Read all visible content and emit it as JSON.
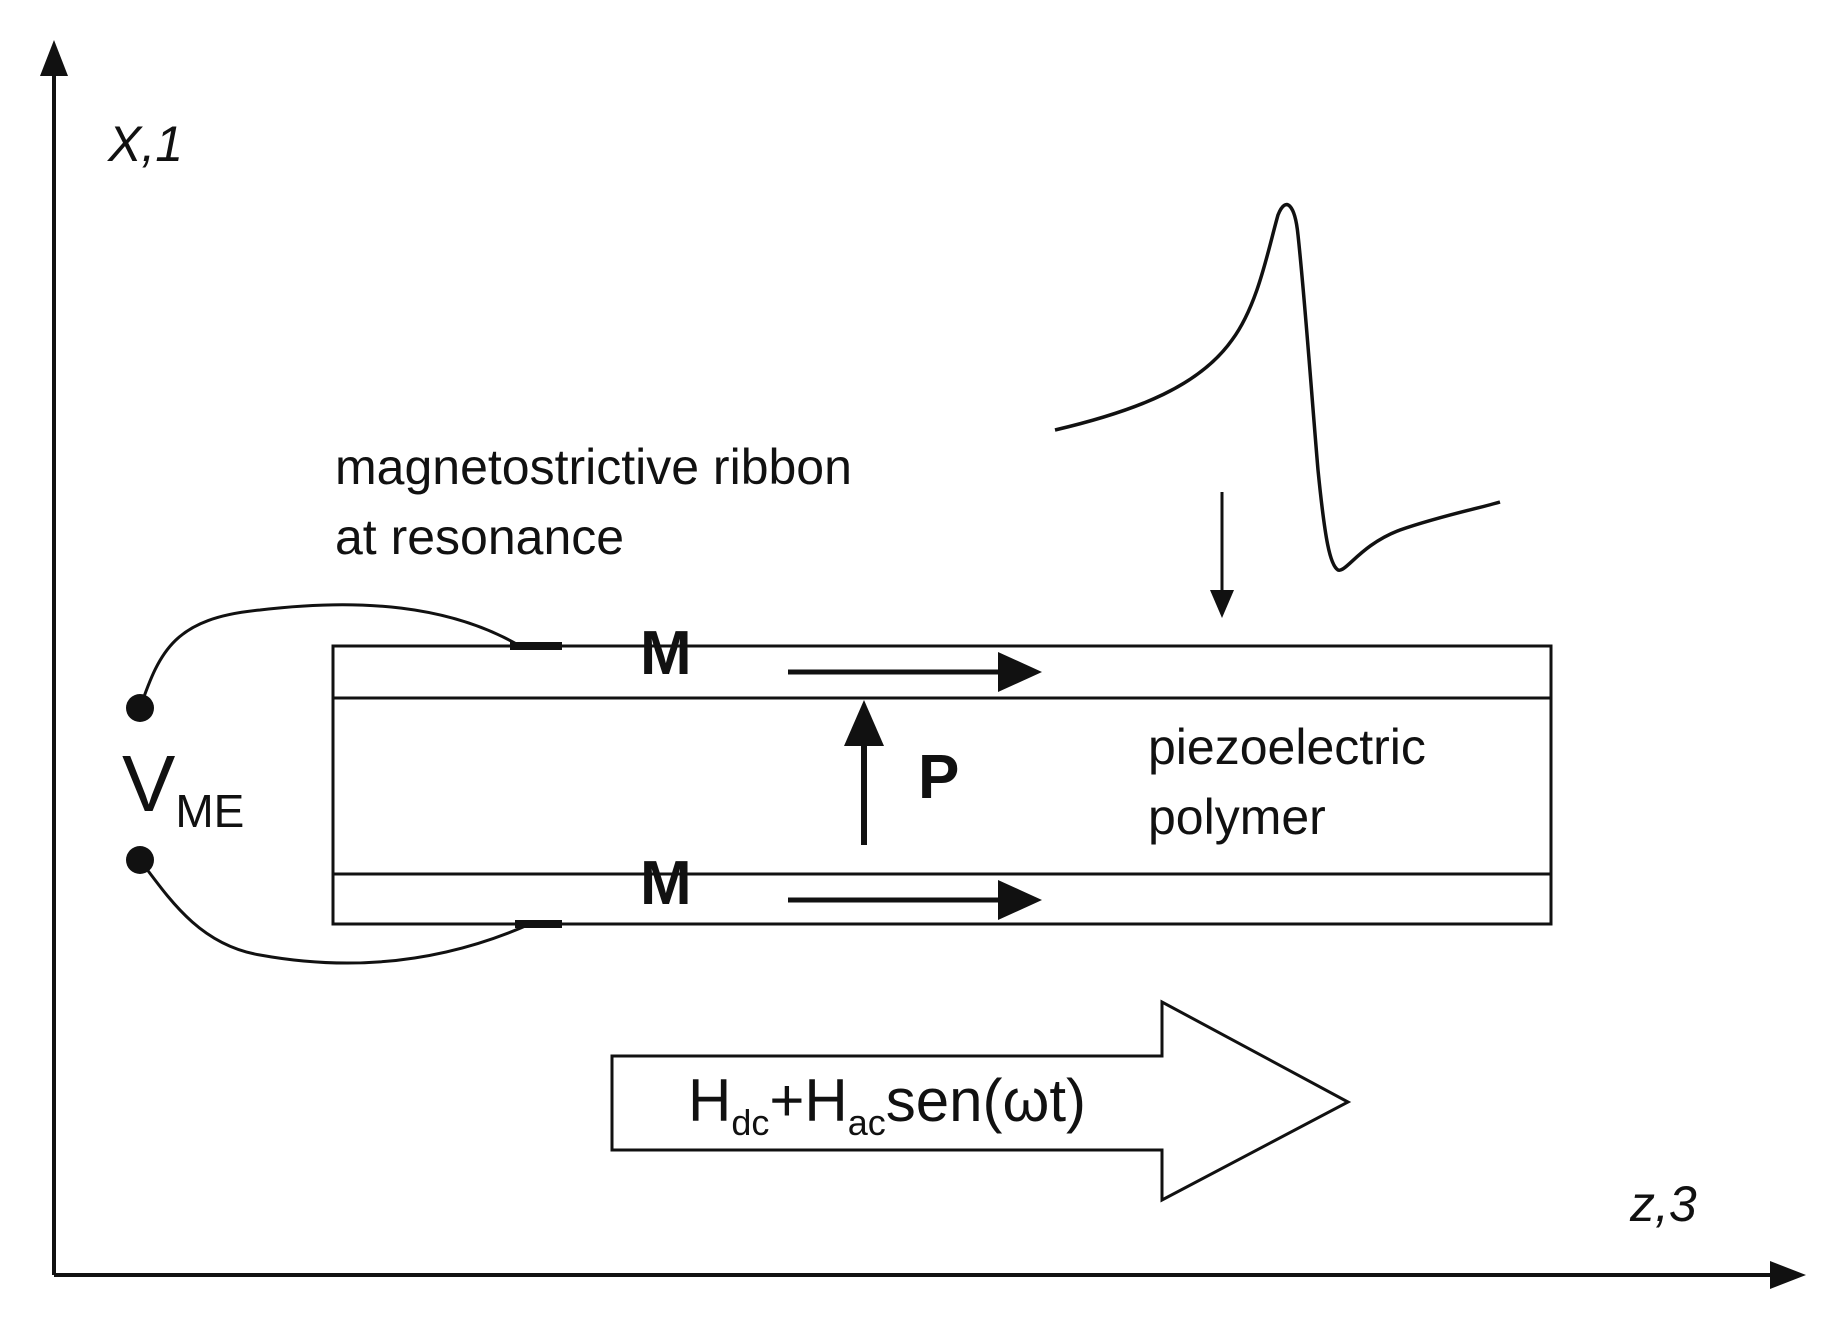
{
  "axes": {
    "vertical_label": "X,1",
    "horizontal_label": "z,3"
  },
  "ribbon": {
    "label_line1": "magnetostrictive ribbon",
    "label_line2": "at resonance",
    "magnetization_top": "M",
    "magnetization_bottom": "M"
  },
  "polymer": {
    "polarization": "P",
    "label_line1": "piezoelectric",
    "label_line2": "polymer"
  },
  "voltage": {
    "symbol": "V",
    "subscript": "ME"
  },
  "field": {
    "h1": "H",
    "h1_sub": "dc",
    "plus": "+H",
    "h2_sub": "ac",
    "tail": "sen(ωt)"
  },
  "colors": {
    "ink": "#111111",
    "background": "#ffffff"
  }
}
